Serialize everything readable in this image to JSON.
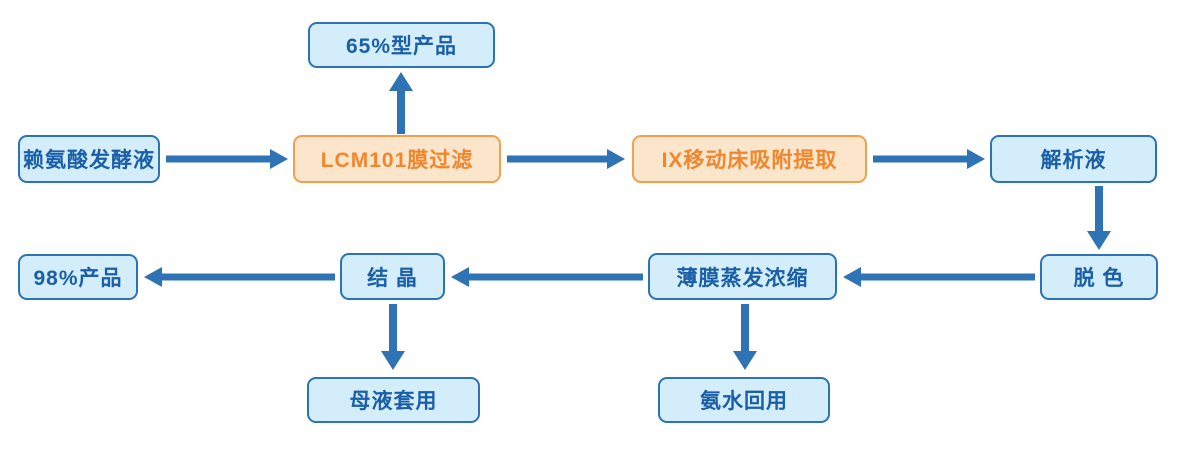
{
  "diagram": {
    "description": "Lysine production process flow diagram",
    "colors": {
      "arrow_color": "#2E74B4",
      "blue_fill": "#D4EDFA",
      "blue_border": "#2C73B5",
      "blue_text": "#1A5FA8",
      "orange_fill": "#FBE5CB",
      "orange_border": "#F1A14D",
      "orange_text": "#F0862D",
      "background": "#FFFFFF"
    },
    "nodes": {
      "product65": {
        "label": "65%型产品",
        "type": "blue"
      },
      "fermentation": {
        "label": "赖氨酸发酵液",
        "type": "blue"
      },
      "membrane": {
        "label": "LCM101膜过滤",
        "type": "orange"
      },
      "ix": {
        "label": "IX移动床吸附提取",
        "type": "orange"
      },
      "desorption": {
        "label": "解析液",
        "type": "blue"
      },
      "decolor": {
        "label": "脱 色",
        "type": "blue"
      },
      "evaporation": {
        "label": "薄膜蒸发浓缩",
        "type": "blue"
      },
      "crystallization": {
        "label": "结 晶",
        "type": "blue"
      },
      "product98": {
        "label": "98%产品",
        "type": "blue"
      },
      "mother_liquor": {
        "label": "母液套用",
        "type": "blue"
      },
      "ammonia": {
        "label": "氨水回用",
        "type": "blue"
      }
    },
    "edges": [
      {
        "from": "fermentation",
        "to": "membrane",
        "direction": "right"
      },
      {
        "from": "membrane",
        "to": "product65",
        "direction": "up"
      },
      {
        "from": "membrane",
        "to": "ix",
        "direction": "right"
      },
      {
        "from": "ix",
        "to": "desorption",
        "direction": "right"
      },
      {
        "from": "desorption",
        "to": "decolor",
        "direction": "down"
      },
      {
        "from": "decolor",
        "to": "evaporation",
        "direction": "left"
      },
      {
        "from": "evaporation",
        "to": "crystallization",
        "direction": "left"
      },
      {
        "from": "crystallization",
        "to": "product98",
        "direction": "left"
      },
      {
        "from": "crystallization",
        "to": "mother_liquor",
        "direction": "down"
      },
      {
        "from": "evaporation",
        "to": "ammonia",
        "direction": "down"
      }
    ]
  }
}
